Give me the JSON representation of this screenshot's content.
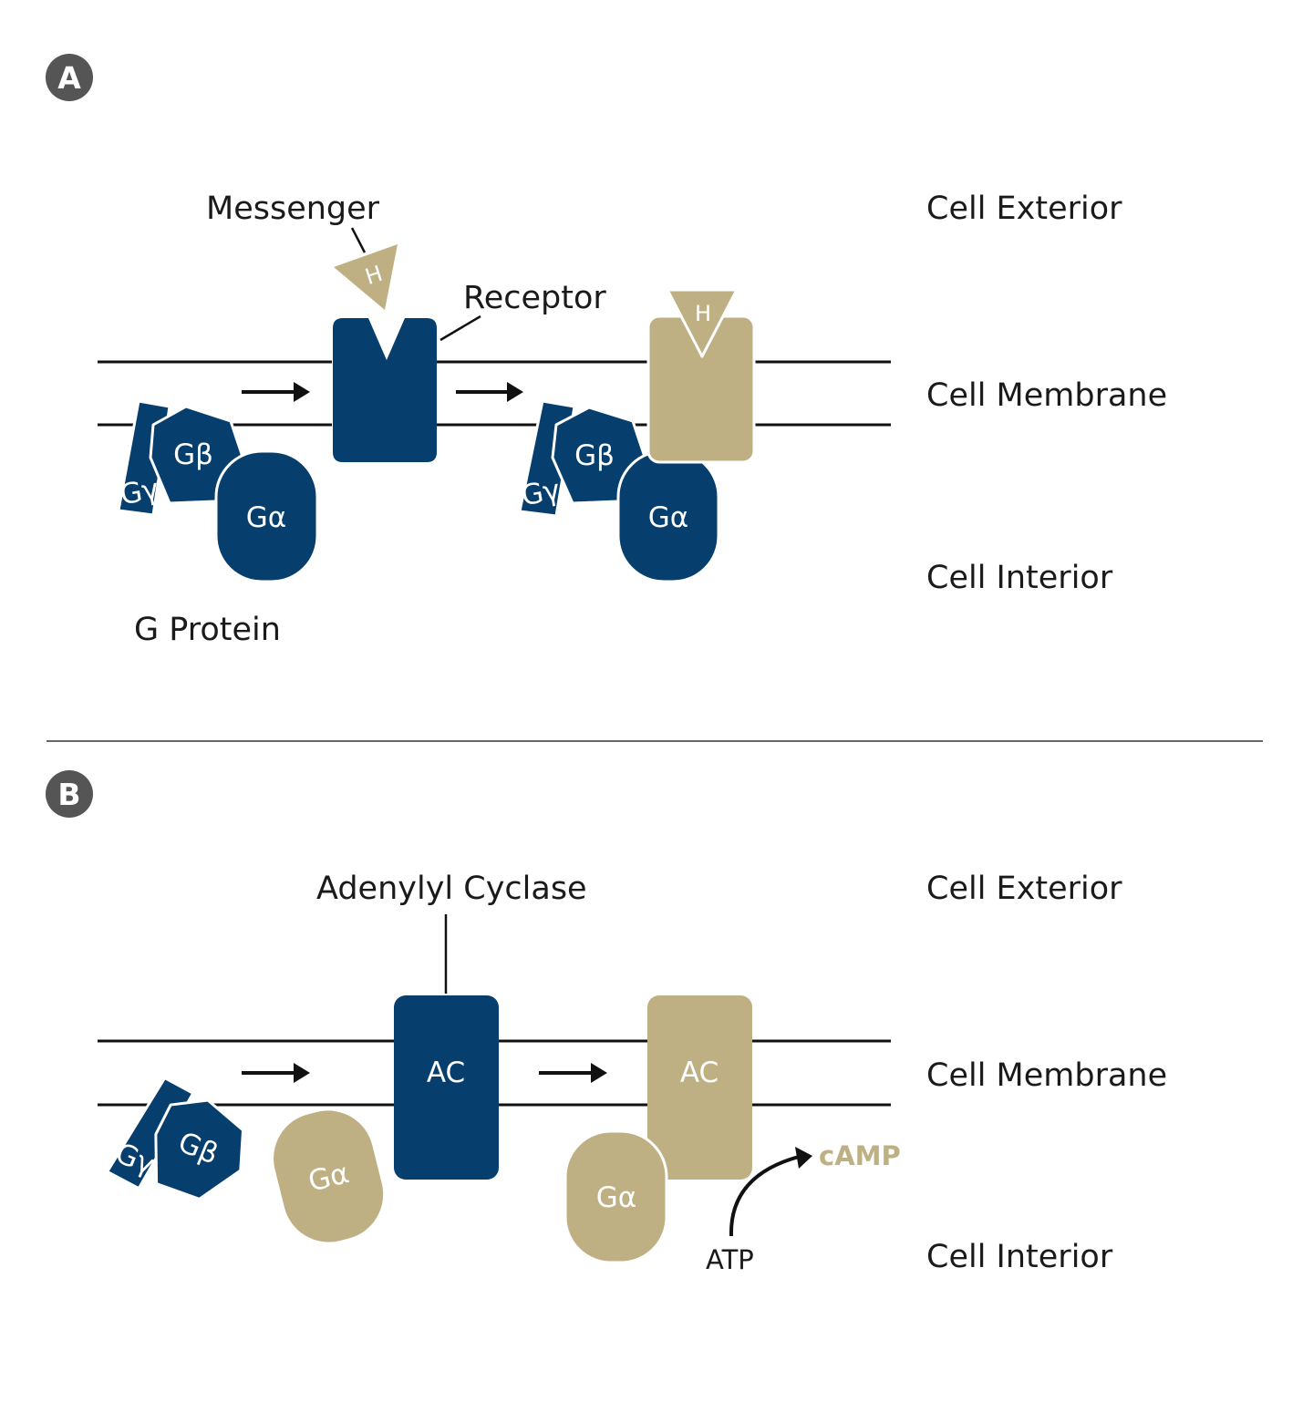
{
  "colors": {
    "navy": "#063e6e",
    "tan": "#bfb084",
    "badge": "#555555",
    "line": "#111111"
  },
  "panel_a": {
    "badge": "A",
    "messenger_label": "Messenger",
    "hormone_label": "H",
    "receptor_label": "Receptor",
    "g_protein_label": "G Protein",
    "g_beta": "Gβ",
    "g_gamma": "Gγ",
    "g_alpha": "Gα",
    "cell_exterior": "Cell Exterior",
    "cell_membrane": "Cell Membrane",
    "cell_interior": "Cell Interior"
  },
  "panel_b": {
    "badge": "B",
    "adenylyl_label": "Adenylyl Cyclase",
    "ac_label": "AC",
    "g_beta": "Gβ",
    "g_gamma": "Gγ",
    "g_alpha": "Gα",
    "atp_label": "ATP",
    "camp_label": "cAMP",
    "cell_exterior": "Cell Exterior",
    "cell_membrane": "Cell Membrane",
    "cell_interior": "Cell Interior"
  }
}
